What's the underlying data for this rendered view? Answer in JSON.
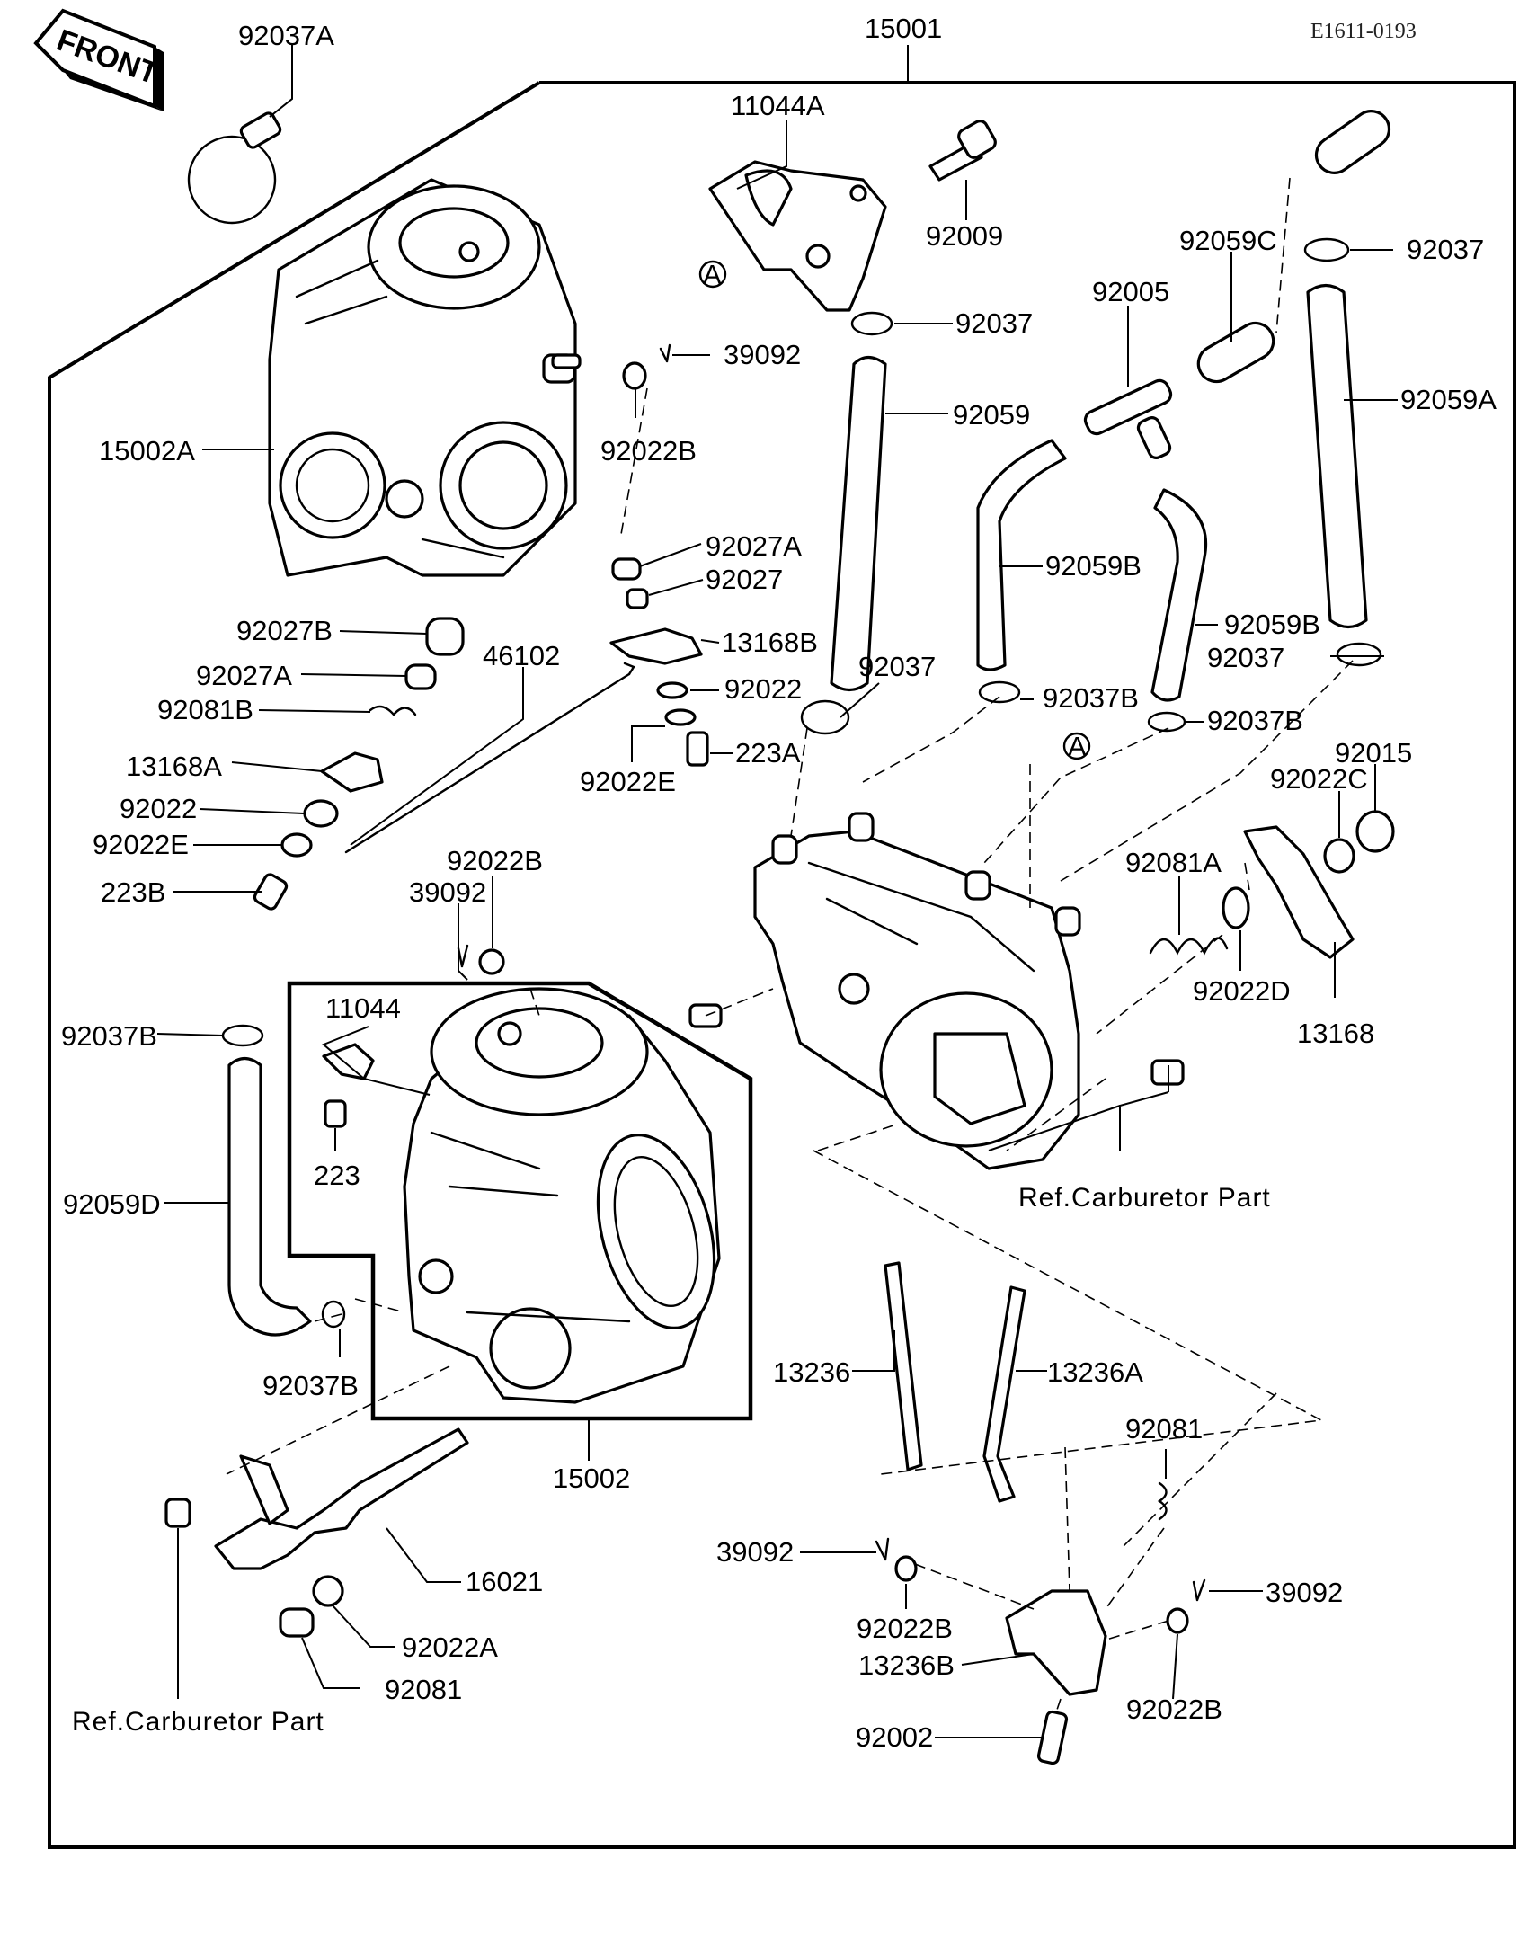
{
  "diagram_code": "E1611-0193",
  "front_label": "FRONT",
  "labels": {
    "l15001": "15001",
    "l92037A": "92037A",
    "l11044A": "11044A",
    "l92009": "92009",
    "l92059C": "92059C",
    "l92037_tr": "92037",
    "l92005": "92005",
    "l92037_mid": "92037",
    "l39092_top": "39092",
    "l92059": "92059",
    "l92059A": "92059A",
    "l15002A": "15002A",
    "l92022B_top": "92022B",
    "l92027A_r": "92027A",
    "l92027": "92027",
    "l92059B": "92059B",
    "l92059B2": "92059B",
    "l92027B": "92027B",
    "l46102": "46102",
    "l13168B": "13168B",
    "l92037_c": "92037",
    "l92037_r2": "92037",
    "l92027A_l": "92027A",
    "l92022_mid": "92022",
    "l92037B_c": "92037B",
    "l92081B": "92081B",
    "l223A": "223A",
    "l92037B_r": "92037B",
    "l92015": "92015",
    "l13168A": "13168A",
    "l92022E_mid": "92022E",
    "l92022C": "92022C",
    "l92022_l": "92022",
    "l92022E_l": "92022E",
    "l92022B_mid": "92022B",
    "l92081A": "92081A",
    "l223B": "223B",
    "l39092_mid": "39092",
    "l92022D": "92022D",
    "l11044": "11044",
    "l92037B_l": "92037B",
    "l13168": "13168",
    "l223": "223",
    "ref_carb_r": "Ref.Carburetor Part",
    "l92059D": "92059D",
    "l13236": "13236",
    "l13236A": "13236A",
    "l92037B_b": "92037B",
    "l92081_r": "92081",
    "l15002": "15002",
    "l16021": "16021",
    "l39092_bl": "39092",
    "l39092_br": "39092",
    "l92022A": "92022A",
    "l92022B_bl": "92022B",
    "l13236B": "13236B",
    "l92081_l": "92081",
    "l92022B_br": "92022B",
    "ref_carb_l": "Ref.Carburetor Part",
    "l92002": "92002",
    "callout_a": "A"
  }
}
